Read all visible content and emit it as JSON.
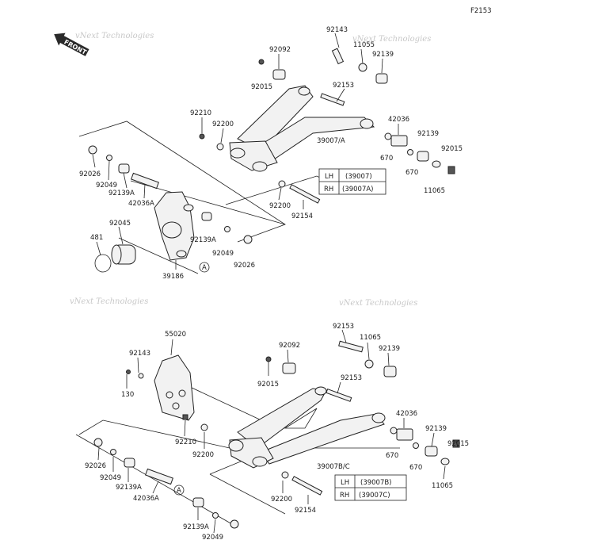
{
  "figure_code": "F2153",
  "front_label": "FRONT",
  "watermark_text": "vNext Technologies",
  "callout_marker": "A",
  "upper": {
    "labels": {
      "p92143": "92143",
      "p11055": "11055",
      "p92139_top": "92139",
      "p92092": "92092",
      "p92015_top": "92015",
      "p92153": "92153",
      "p92210": "92210",
      "p92200_top": "92200",
      "p42036": "42036",
      "p92139_r": "92139",
      "p92015_r": "92015",
      "p670_a": "670",
      "p670_b": "670",
      "p11065": "11065",
      "p39007a": "39007/A",
      "p92026_l": "92026",
      "p92049_l": "92049",
      "p92139a_l": "92139A",
      "p42036a": "42036A",
      "p92045": "92045",
      "p481": "481",
      "p92139a_r": "92139A",
      "p92049_r": "92049",
      "p92026_r": "92026",
      "p39186": "39186",
      "p92200_bot": "92200",
      "p92154": "92154"
    },
    "table": {
      "row1_side": "LH",
      "row1_part": "(39007)",
      "row2_side": "RH",
      "row2_part": "(39007A)"
    }
  },
  "lower": {
    "labels": {
      "p92153_top": "92153",
      "p11065_top": "11065",
      "p92139_top": "92139",
      "p55020": "55020",
      "p92092": "92092",
      "p92143": "92143",
      "p130": "130",
      "p92015_l": "92015",
      "p92153_mid": "92153",
      "p42036": "42036",
      "p92139_r": "92139",
      "p92015_r": "92015",
      "p670_a": "670",
      "p670_b": "670",
      "p92210": "92210",
      "p92200_l": "92200",
      "p39007bc": "39007B/C",
      "p11065_r": "11065",
      "p92026": "92026",
      "p92049_l": "92049",
      "p92139a_l": "92139A",
      "p42036a": "42036A",
      "p92200_b": "92200",
      "p92154": "92154",
      "p92139a_r": "92139A",
      "p92049_r": "92049"
    },
    "table": {
      "row1_side": "LH",
      "row1_part": "(39007B)",
      "row2_side": "RH",
      "row2_part": "(39007C)"
    }
  }
}
